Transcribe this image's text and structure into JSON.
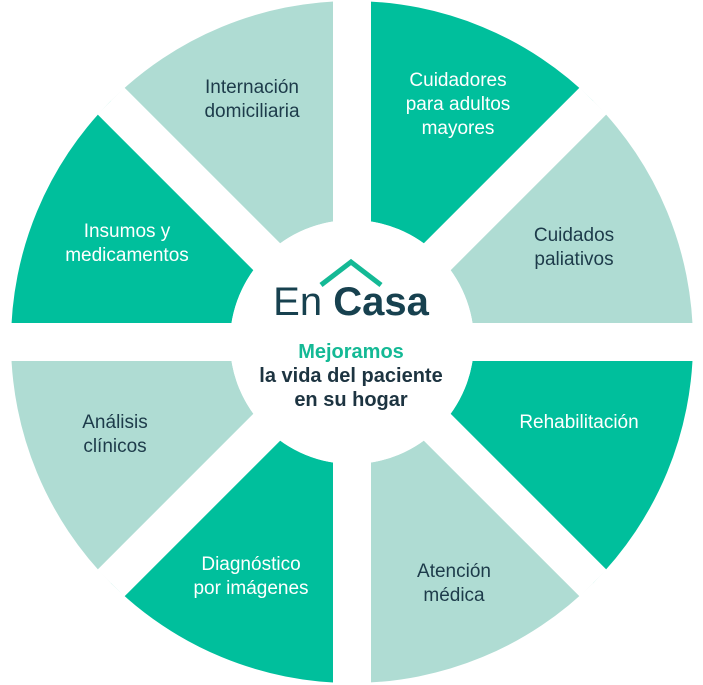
{
  "colors": {
    "dark": "#00bf9c",
    "light": "#afdcd3",
    "text_dark": "#1d3b4a",
    "brand": "#17414f",
    "accent": "#14b995"
  },
  "segments": [
    {
      "label": "Cuidadores\npara adultos\nmayores",
      "tone": "dark"
    },
    {
      "label": "Cuidados\npaliativos",
      "tone": "light"
    },
    {
      "label": "Rehabilitación",
      "tone": "dark"
    },
    {
      "label": "Atención\nmédica",
      "tone": "light"
    },
    {
      "label": "Diagnóstico\npor imágenes",
      "tone": "dark"
    },
    {
      "label": "Análisis\nclínicos",
      "tone": "light"
    },
    {
      "label": "Insumos y\nmedicamentos",
      "tone": "dark"
    },
    {
      "label": "Internación\ndomiciliaria",
      "tone": "light"
    }
  ],
  "center": {
    "logo_en": "En",
    "logo_casa": "Casa",
    "tagline_highlight": "Mejoramos",
    "tagline_rest": "la vida del paciente\nen su hogar"
  }
}
